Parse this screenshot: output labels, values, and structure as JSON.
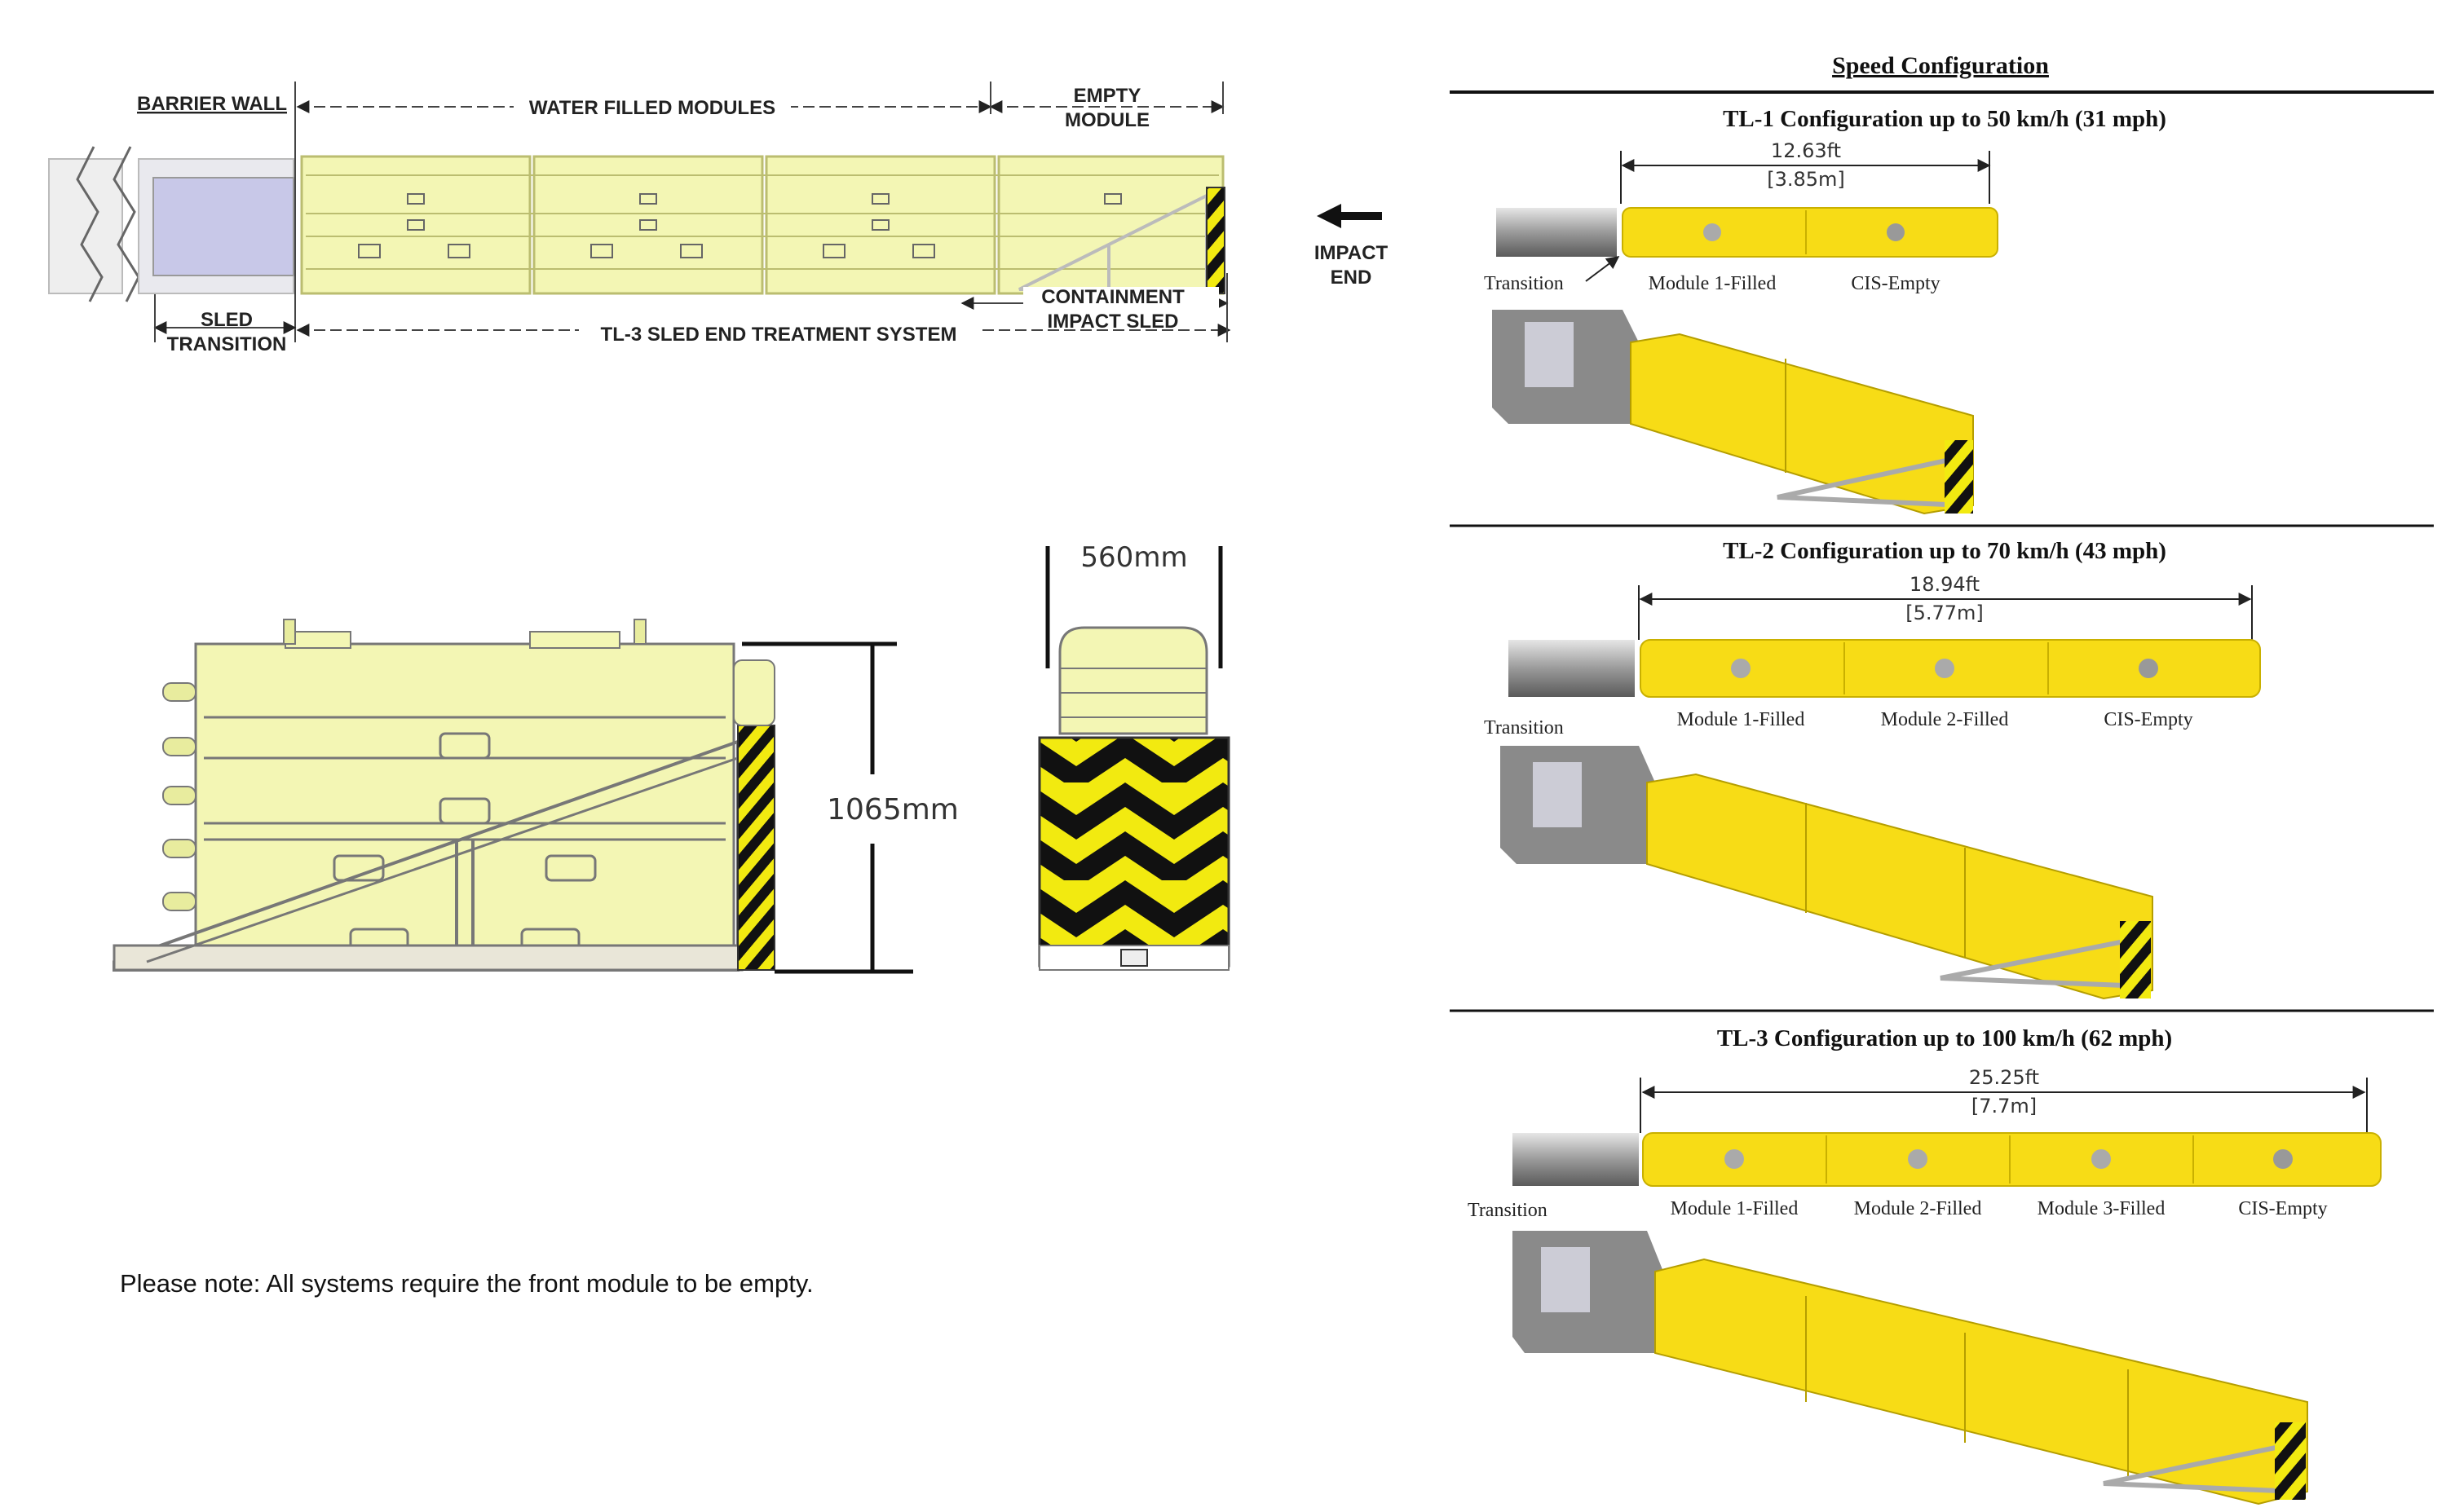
{
  "top_diagram": {
    "barrier_wall": "BARRIER WALL",
    "water_filled_modules": "WATER FILLED MODULES",
    "empty_module_l1": "EMPTY",
    "empty_module_l2": "MODULE",
    "impact_end_l1": "IMPACT",
    "impact_end_l2": "END",
    "sled_transition_l1": "SLED",
    "sled_transition_l2": "TRANSITION",
    "system_name": "TL-3 SLED END TREATMENT SYSTEM",
    "containment_l1": "CONTAINMENT",
    "containment_l2": "IMPACT SLED"
  },
  "side_view": {
    "width_label": "560mm",
    "height_label": "1065mm"
  },
  "note": "Please note: All systems require the front module to be empty.",
  "speed_config": {
    "heading": "Speed Configuration",
    "configs": [
      {
        "title": "TL-1 Configuration up to 50 km/h (31 mph)",
        "length_ft": "12.63ft",
        "length_m": "[3.85m]",
        "transition": "Transition",
        "modules": [
          "Module 1-Filled",
          "CIS-Empty"
        ]
      },
      {
        "title": "TL-2 Configuration up to 70 km/h (43 mph)",
        "length_ft": "18.94ft",
        "length_m": "[5.77m]",
        "transition": "Transition",
        "modules": [
          "Module 1-Filled",
          "Module 2-Filled",
          "CIS-Empty"
        ]
      },
      {
        "title": "TL-3 Configuration up to 100 km/h (62 mph)",
        "length_ft": "25.25ft",
        "length_m": "[7.7m]",
        "transition": "Transition",
        "modules": [
          "Module 1-Filled",
          "Module 2-Filled",
          "Module 3-Filled",
          "CIS-Empty"
        ]
      }
    ]
  },
  "colors": {
    "module_pale": "#f3f6b4",
    "module_yellow": "#f7dc16",
    "chevron_black": "#111111",
    "steel": "#8e8e8e"
  }
}
